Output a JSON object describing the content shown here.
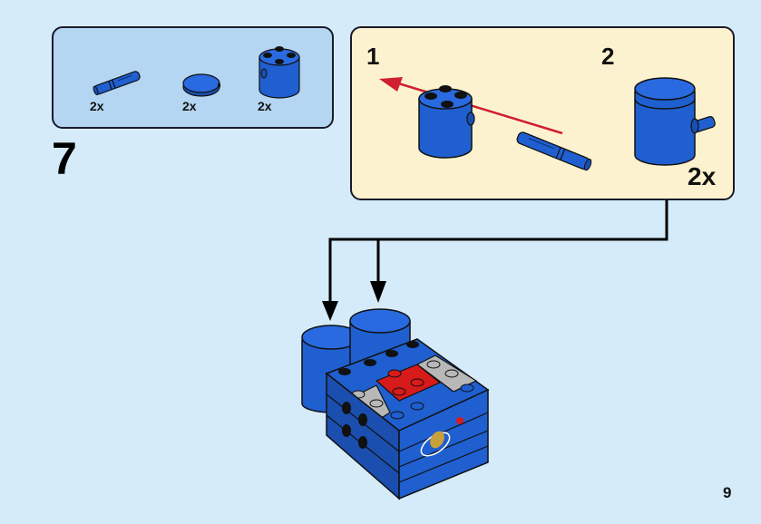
{
  "page": {
    "step_number": "7",
    "page_number": "9",
    "background_color": "#d5ebf9"
  },
  "parts_list": {
    "panel_color": "#b4d6f2",
    "items": [
      {
        "part": "technic-pin-with-friction",
        "color": "blue",
        "quantity": "2x"
      },
      {
        "part": "round-tile-2x2",
        "color": "blue",
        "quantity": "2x"
      },
      {
        "part": "round-brick-2x2-with-pin-hole",
        "color": "blue",
        "quantity": "2x"
      }
    ]
  },
  "sub_assembly": {
    "panel_color": "#fdf2cf",
    "steps": [
      {
        "number": "1",
        "description": "insert technic pin into round brick side hole"
      },
      {
        "number": "2",
        "description": "attach round tile on top"
      }
    ],
    "multiplier": "2x"
  },
  "colors": {
    "brick_blue": "#1f5fd0",
    "brick_red": "#d71a1a",
    "brick_grey": "#b8b8b8",
    "arrow_red": "#d01f2f",
    "outline": "#111111"
  }
}
